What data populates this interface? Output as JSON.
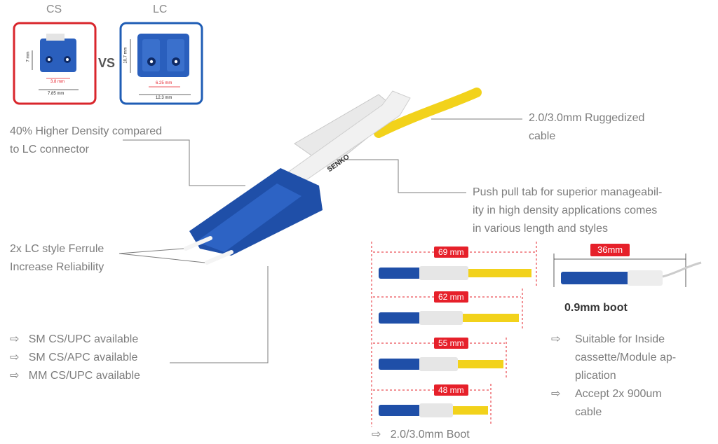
{
  "comparison": {
    "cs_label": "CS",
    "lc_label": "LC",
    "vs_label": "VS",
    "cs_height": "7 mm",
    "cs_pitch": "3.8 mm",
    "cs_width": "7.85 mm",
    "lc_height": "10.7 mm",
    "lc_pitch": "6.25 mm",
    "lc_width": "12.3 mm"
  },
  "callouts": {
    "density": [
      "40% Higher Density compared",
      "to LC connector"
    ],
    "cable": [
      "2.0/3.0mm Ruggedized",
      "cable"
    ],
    "push_pull": [
      "Push pull tab for superior manageabil-",
      "ity in high density applications comes",
      "in various length and styles"
    ],
    "ferrule": [
      "2x LC style Ferrule",
      "Increase Reliability"
    ]
  },
  "availability": [
    "SM CS/UPC available",
    "SM CS/APC available",
    "MM CS/UPC available"
  ],
  "boot_lengths": [
    "69 mm",
    "62 mm",
    "55 mm",
    "48 mm"
  ],
  "boot_footer": "2.0/3.0mm Boot",
  "boot09": {
    "length": "36mm",
    "title": "0.9mm boot",
    "features": [
      [
        "Suitable for Inside",
        "cassette/Module ap-",
        "plication"
      ],
      [
        "Accept 2x 900um",
        "cable"
      ]
    ]
  },
  "logo_text": "SENKO",
  "arrow_glyph": "⇨",
  "colors": {
    "connector_blue": "#1f4fa8",
    "cable_yellow": "#f2d21b",
    "cs_border": "#d9262c",
    "lc_border": "#1f5db5",
    "badge_red": "#e6202a"
  }
}
